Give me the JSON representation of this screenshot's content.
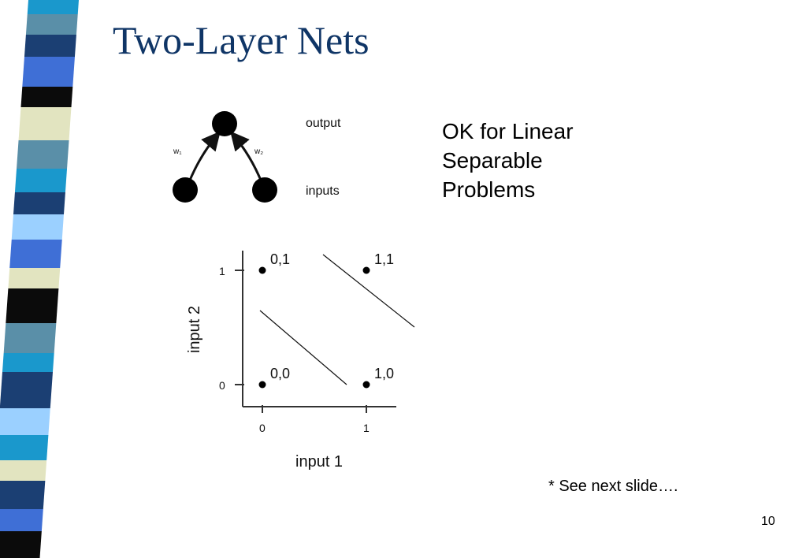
{
  "slide": {
    "title": "Two-Layer Nets",
    "bullet_lines": [
      "OK for Linear",
      "Separable",
      "Problems"
    ],
    "footnote": "* See next slide….",
    "page_number": "10"
  },
  "network": {
    "output_label": "output",
    "inputs_label": "inputs",
    "weight_left": "w₁",
    "weight_right": "w₂"
  },
  "plot": {
    "x_label": "input 1",
    "y_label": "input 2",
    "x_ticks": [
      "0",
      "1"
    ],
    "y_ticks": [
      "0",
      "1"
    ],
    "points": [
      {
        "label": "0,1",
        "x": 0,
        "y": 1
      },
      {
        "label": "1,1",
        "x": 1,
        "y": 1
      },
      {
        "label": "0,0",
        "x": 0,
        "y": 0
      },
      {
        "label": "1,0",
        "x": 1,
        "y": 0
      }
    ]
  },
  "colors": {
    "title": "#0f3566",
    "stripes": [
      "#1b3f73",
      "#3f6fd6",
      "#5a8fa8",
      "#e2e4c0",
      "#0b0b0b",
      "#1a98cc",
      "#9bd0ff",
      "#4a8ea6"
    ]
  }
}
